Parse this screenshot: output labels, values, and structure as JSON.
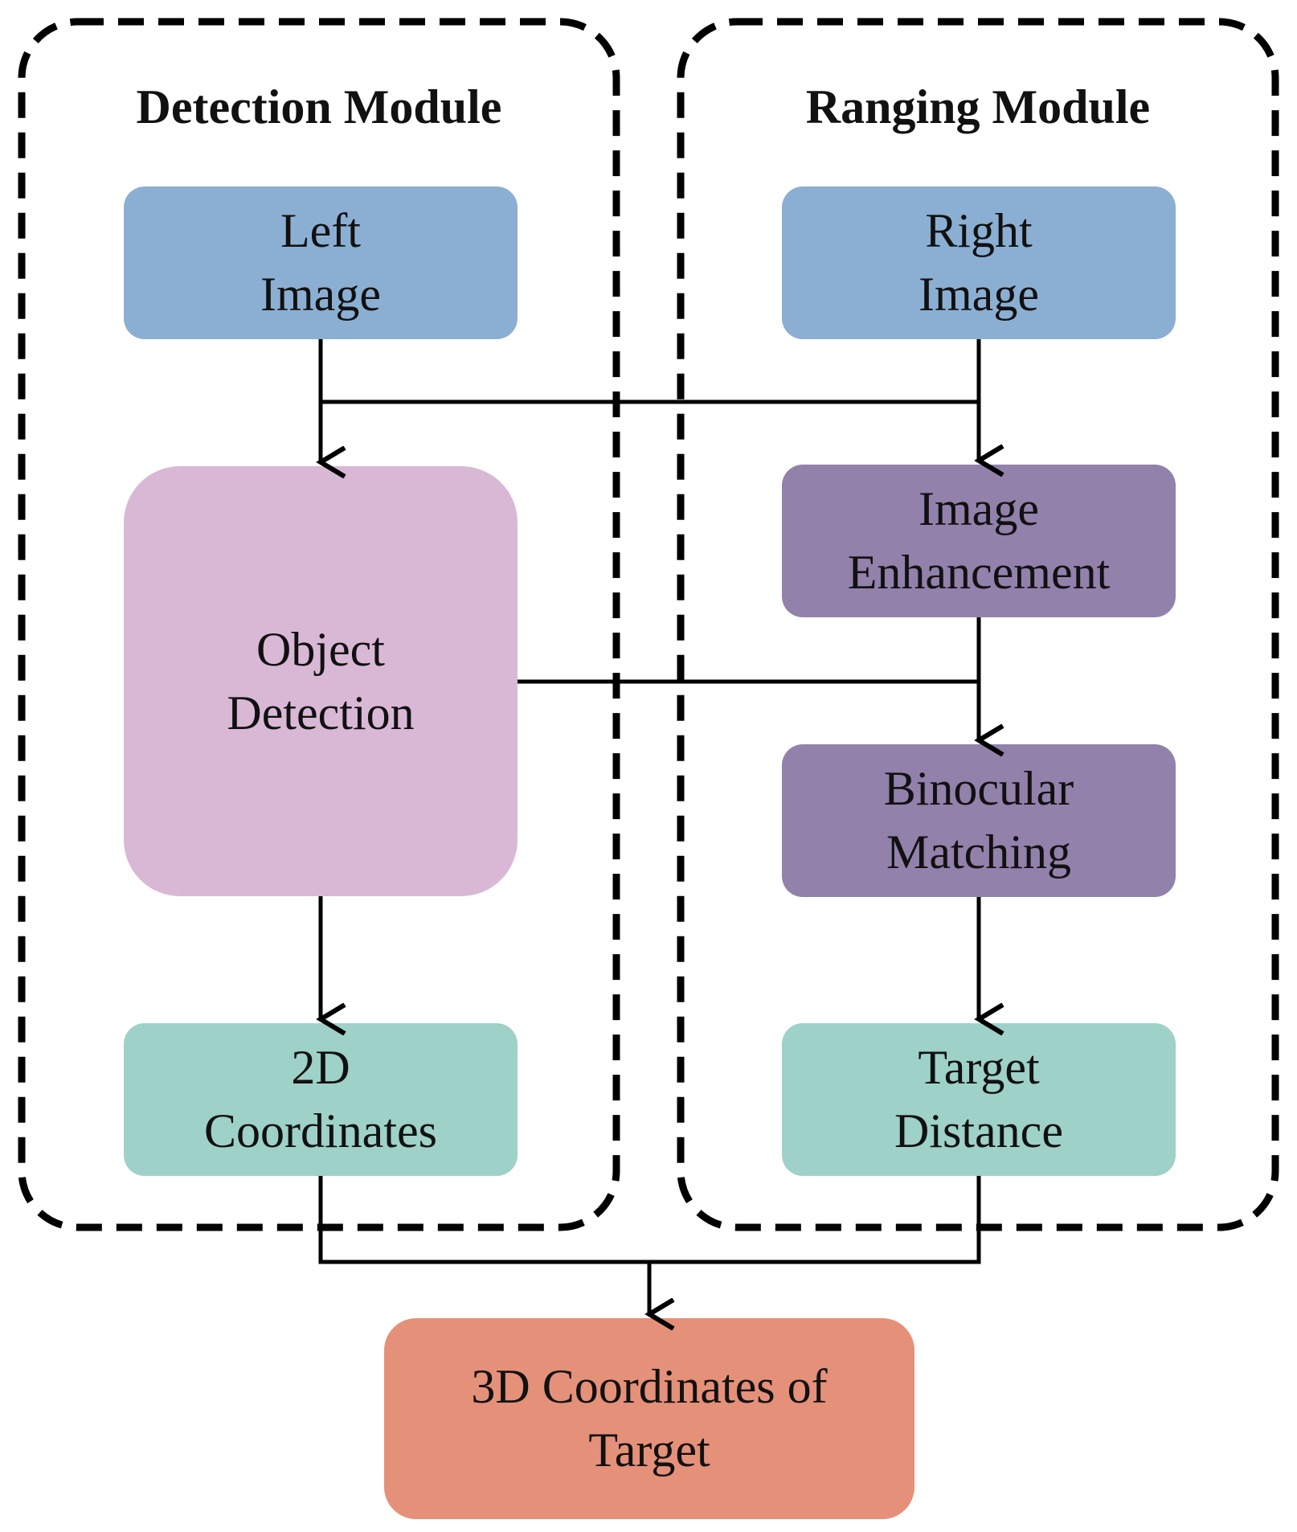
{
  "colors": {
    "input_blue": "#8BAFD3",
    "detection_pink": "#D9B8D6",
    "process_purple": "#9281AB",
    "output_teal": "#9ED1C7",
    "final_salmon": "#E59079",
    "line": "#000000"
  },
  "modules": {
    "detection": {
      "title": "Detection Module"
    },
    "ranging": {
      "title": "Ranging Module"
    }
  },
  "nodes": {
    "left_image": {
      "line1": "Left",
      "line2": "Image"
    },
    "right_image": {
      "line1": "Right",
      "line2": "Image"
    },
    "image_enhancement": {
      "line1": "Image",
      "line2": "Enhancement"
    },
    "object_detection": {
      "line1": "Object",
      "line2": "Detection"
    },
    "binocular_matching": {
      "line1": "Binocular",
      "line2": "Matching"
    },
    "coordinates_2d": {
      "line1": "2D",
      "line2": "Coordinates"
    },
    "target_distance": {
      "line1": "Target",
      "line2": "Distance"
    },
    "coordinates_3d": {
      "line1": "3D Coordinates of",
      "line2": "Target"
    }
  }
}
